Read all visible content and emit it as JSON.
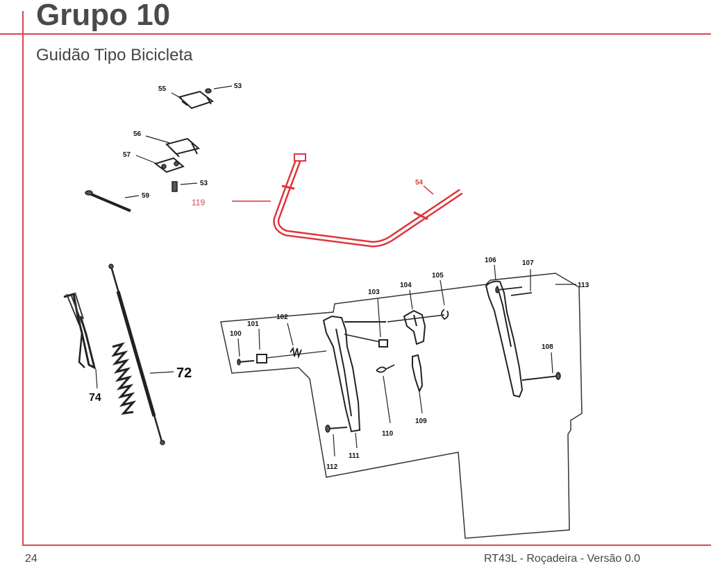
{
  "header": {
    "title": "Grupo 10",
    "subtitle": "Guidão Tipo Bicicleta"
  },
  "footer": {
    "page_number": "24",
    "document": "RT43L - Roçadeira  - Versão 0.0"
  },
  "colors": {
    "accent": "#d9474c",
    "title_text": "#4a4a4a",
    "handlebar_highlight": "#e0343c"
  },
  "diagram": {
    "callouts": {
      "p53a": "53",
      "p53b": "53",
      "p54": "54",
      "p55": "55",
      "p56": "56",
      "p57": "57",
      "p59": "59",
      "p72": "72",
      "p74": "74",
      "p100": "100",
      "p101": "101",
      "p102": "102",
      "p103": "103",
      "p104": "104",
      "p105": "105",
      "p106": "106",
      "p107": "107",
      "p108": "108",
      "p109": "109",
      "p110": "110",
      "p111": "111",
      "p112": "112",
      "p113": "113",
      "p119": "119"
    }
  }
}
